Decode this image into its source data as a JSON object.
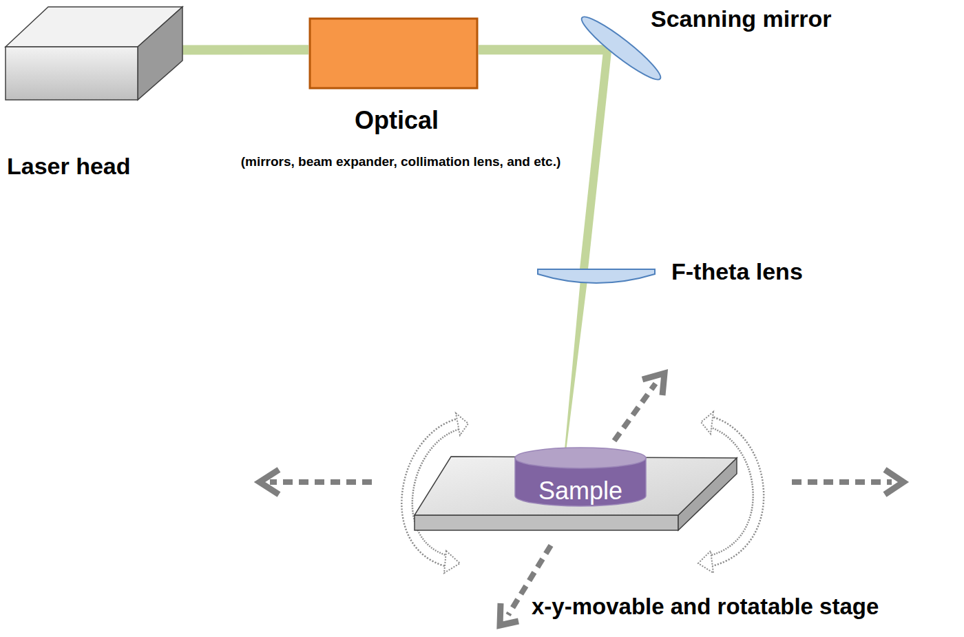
{
  "diagram": {
    "nodes": [
      {
        "text": [
          "Laser head"
        ]
      },
      {
        "text": [
          "Optical",
          "(mirrors, beam expander, collimation lens, and etc.)"
        ]
      },
      {
        "text": [
          "Scanning mirror"
        ]
      },
      {
        "text": [
          "F-theta lens"
        ]
      },
      {
        "text": [
          "x-y-movable and rotatable stage"
        ]
      },
      {
        "text": [
          "Sample"
        ],
        "in": 4
      }
    ],
    "edges": [
      {
        "from": 0,
        "to": 1,
        "arrow": "none"
      },
      {
        "from": 1,
        "to": 2,
        "arrow": "none"
      },
      {
        "from": 2,
        "to": 3,
        "arrow": "none"
      },
      {
        "from": 3,
        "to": 5,
        "arrow": "none"
      }
    ]
  }
}
